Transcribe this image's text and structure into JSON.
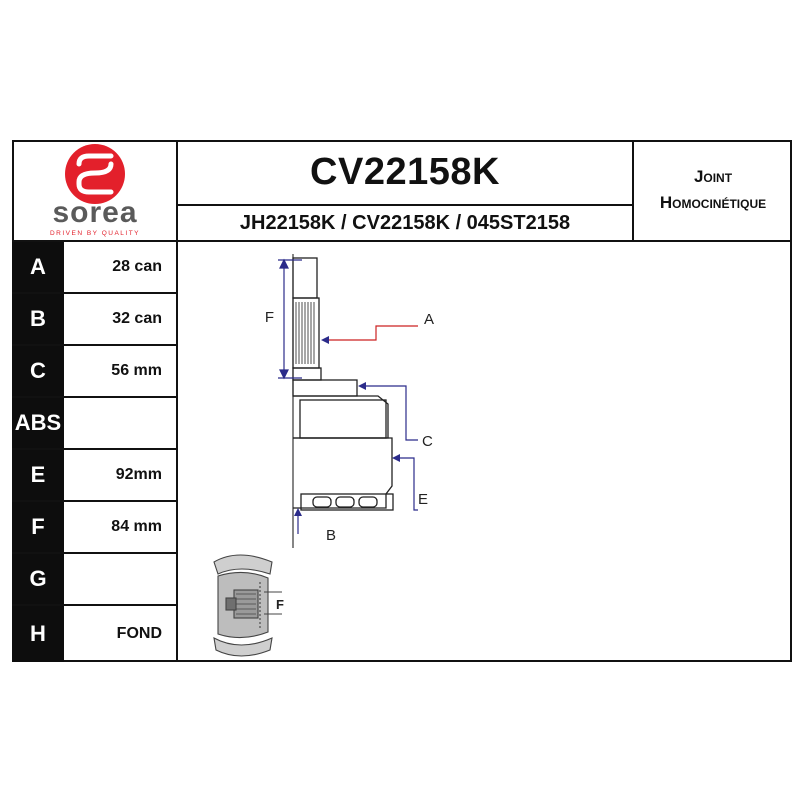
{
  "brand": {
    "name": "sorea",
    "tagline": "DRIVEN BY QUALITY",
    "colors": {
      "red": "#e3202b",
      "gray": "#5a5a5a"
    }
  },
  "product": {
    "code": "CV22158K",
    "cross_references": "JH22158K / CV22158K / 045ST2158",
    "type_line1": "Joint",
    "type_line2": "Homocinétique"
  },
  "specs": [
    {
      "key": "A",
      "value": "28 can"
    },
    {
      "key": "B",
      "value": "32 can"
    },
    {
      "key": "C",
      "value": "56 mm"
    },
    {
      "key": "ABS",
      "value": ""
    },
    {
      "key": "E",
      "value": "92mm"
    },
    {
      "key": "F",
      "value": "84 mm"
    },
    {
      "key": "G",
      "value": ""
    },
    {
      "key": "H",
      "value": "FOND"
    }
  ],
  "diagram_labels": {
    "a": "A",
    "b": "B",
    "c": "C",
    "e": "E",
    "f": "F",
    "f_small": "F"
  }
}
